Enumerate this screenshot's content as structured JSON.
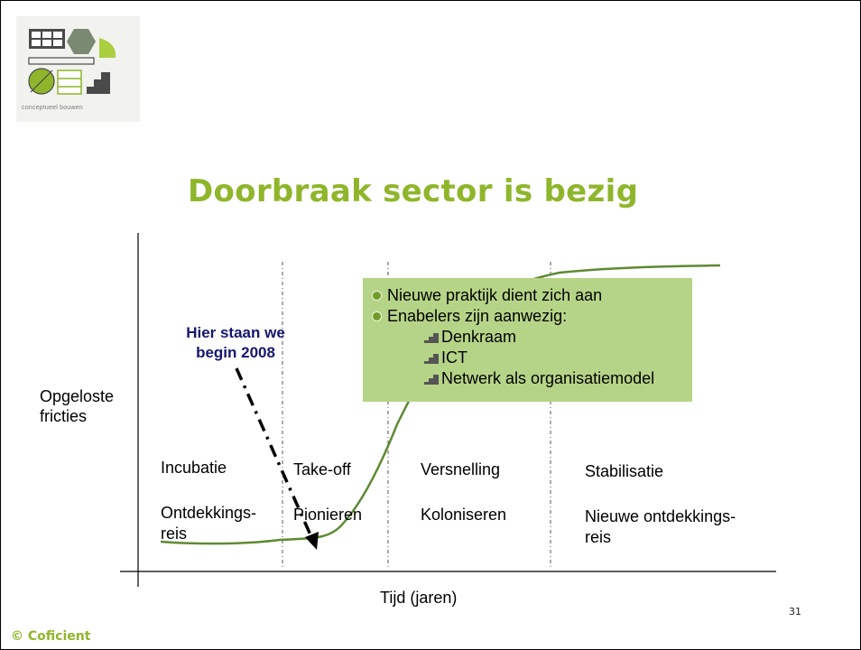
{
  "logo": {
    "caption": "conceptueel bouwen"
  },
  "title": "Doorbraak sector is bezig",
  "y_axis_label": [
    "Opgeloste",
    "fricties"
  ],
  "x_axis_label": "Tijd (jaren)",
  "annotation": [
    "Hier staan we",
    "begin 2008"
  ],
  "phases": [
    {
      "name": "Incubatie",
      "activity_lines": [
        "Ontdekkings-",
        "reis"
      ]
    },
    {
      "name": "Take-off",
      "activity_lines": [
        "Pionieren"
      ]
    },
    {
      "name": "Versnelling",
      "activity_lines": [
        "Koloniseren"
      ]
    },
    {
      "name": "Stabilisatie",
      "activity_lines": [
        "Nieuwe ontdekkings-",
        "reis"
      ]
    }
  ],
  "callout": {
    "bullets": [
      "Nieuwe praktijk dient zich aan",
      "Enabelers zijn aanwezig:"
    ],
    "sub_items": [
      "Denkraam",
      "ICT",
      "Netwerk als organisatiemodel"
    ]
  },
  "page_number": "31",
  "copyright": "© Coficient",
  "colors": {
    "accent": "#8fb62b",
    "curve": "#5e8a32",
    "callout_bg": "#b6d487",
    "annotation": "#15166f"
  }
}
